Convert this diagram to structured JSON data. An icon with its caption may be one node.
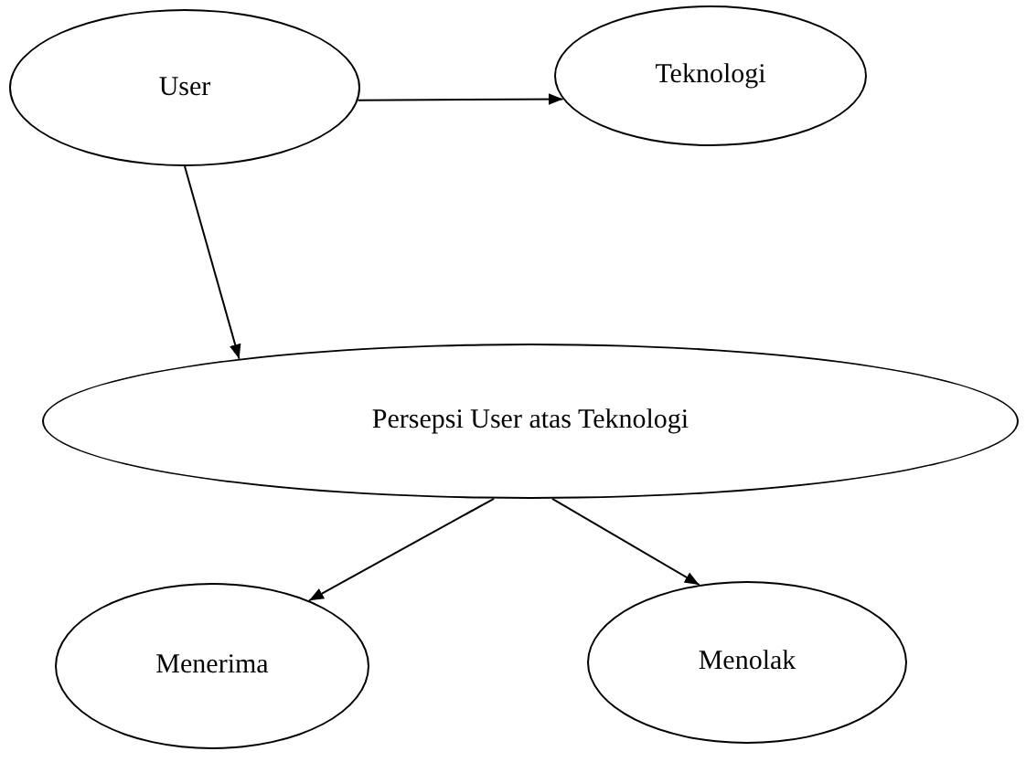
{
  "diagram": {
    "nodes": [
      {
        "text": [
          "User"
        ]
      },
      {
        "text": [
          "Teknologi"
        ]
      },
      {
        "text": [
          "Persepsi User atas Teknologi"
        ]
      },
      {
        "text": [
          "Menerima"
        ]
      },
      {
        "text": [
          "Menolak"
        ]
      }
    ],
    "edges": [
      {
        "from": 0,
        "to": 1,
        "arrow": "to"
      },
      {
        "from": 0,
        "to": 2,
        "arrow": "to"
      },
      {
        "from": 2,
        "to": 3,
        "arrow": "to"
      },
      {
        "from": 2,
        "to": 4,
        "arrow": "to"
      }
    ]
  }
}
